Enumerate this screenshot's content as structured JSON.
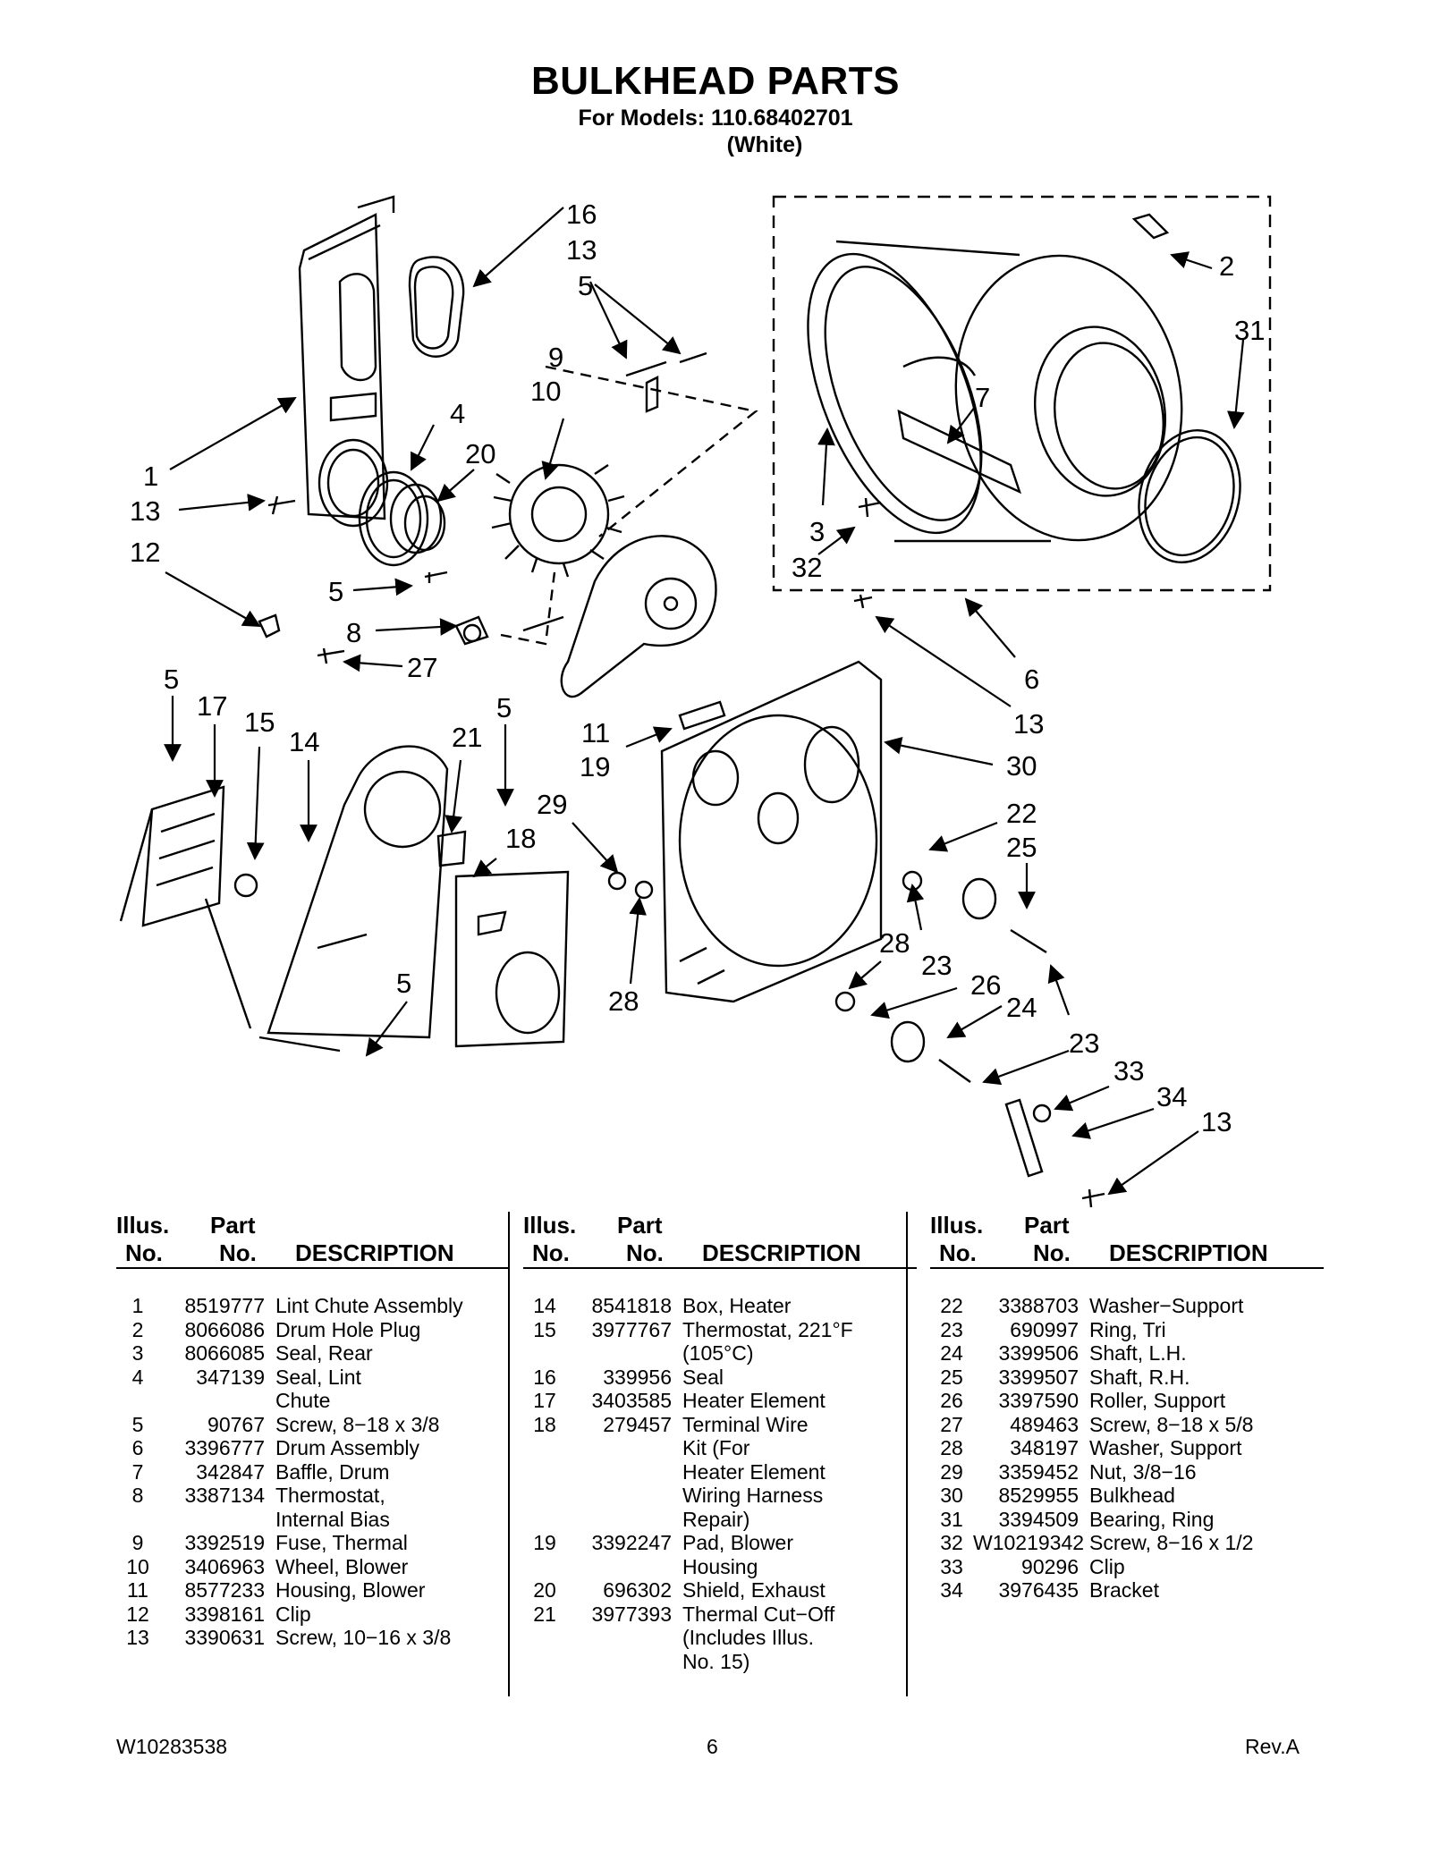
{
  "header": {
    "title": "BULKHEAD PARTS",
    "models_line": "For Models: 110.68402701",
    "color_line": "(White)"
  },
  "callouts": [
    "16",
    "13",
    "5",
    "9",
    "10",
    "4",
    "20",
    "1",
    "13",
    "12",
    "5",
    "8",
    "27",
    "2",
    "31",
    "7",
    "3",
    "32",
    "6",
    "13",
    "30",
    "22",
    "25",
    "5",
    "17",
    "15",
    "14",
    "21",
    "5",
    "11",
    "19",
    "29",
    "18",
    "28",
    "28",
    "23",
    "26",
    "24",
    "23",
    "5",
    "33",
    "34",
    "13"
  ],
  "table_headers": {
    "illus": "Illus.",
    "no": "No.",
    "part": "Part",
    "part_no": "No.",
    "description": "DESCRIPTION"
  },
  "parts_columns": [
    [
      {
        "no": "1",
        "part": "8519777",
        "desc": "Lint Chute Assembly"
      },
      {
        "no": "2",
        "part": "8066086",
        "desc": "Drum Hole Plug"
      },
      {
        "no": "3",
        "part": "8066085",
        "desc": "Seal, Rear"
      },
      {
        "no": "4",
        "part": "347139",
        "desc": "Seal, Lint\nChute"
      },
      {
        "no": "5",
        "part": "90767",
        "desc": "Screw, 8−18 x 3/8"
      },
      {
        "no": "6",
        "part": "3396777",
        "desc": "Drum Assembly"
      },
      {
        "no": "7",
        "part": "342847",
        "desc": "Baffle, Drum"
      },
      {
        "no": "8",
        "part": "3387134",
        "desc": "Thermostat,\nInternal Bias"
      },
      {
        "no": "9",
        "part": "3392519",
        "desc": "Fuse, Thermal"
      },
      {
        "no": "10",
        "part": "3406963",
        "desc": "Wheel, Blower"
      },
      {
        "no": "11",
        "part": "8577233",
        "desc": "Housing, Blower"
      },
      {
        "no": "12",
        "part": "3398161",
        "desc": "Clip"
      },
      {
        "no": "13",
        "part": "3390631",
        "desc": "Screw, 10−16 x 3/8"
      }
    ],
    [
      {
        "no": "14",
        "part": "8541818",
        "desc": "Box, Heater"
      },
      {
        "no": "15",
        "part": "3977767",
        "desc": "Thermostat, 221°F\n(105°C)"
      },
      {
        "no": "16",
        "part": "339956",
        "desc": "Seal"
      },
      {
        "no": "17",
        "part": "3403585",
        "desc": "Heater Element"
      },
      {
        "no": "18",
        "part": "279457",
        "desc": "Terminal Wire\nKit (For\nHeater Element\nWiring Harness\nRepair)"
      },
      {
        "no": "19",
        "part": "3392247",
        "desc": "Pad, Blower\nHousing"
      },
      {
        "no": "20",
        "part": "696302",
        "desc": "Shield, Exhaust"
      },
      {
        "no": "21",
        "part": "3977393",
        "desc": "Thermal Cut−Off\n(Includes Illus.\nNo. 15)"
      }
    ],
    [
      {
        "no": "22",
        "part": "3388703",
        "desc": "Washer−Support"
      },
      {
        "no": "23",
        "part": "690997",
        "desc": "Ring, Tri"
      },
      {
        "no": "24",
        "part": "3399506",
        "desc": "Shaft, L.H."
      },
      {
        "no": "25",
        "part": "3399507",
        "desc": "Shaft, R.H."
      },
      {
        "no": "26",
        "part": "3397590",
        "desc": "Roller, Support"
      },
      {
        "no": "27",
        "part": "489463",
        "desc": "Screw, 8−18 x 5/8"
      },
      {
        "no": "28",
        "part": "348197",
        "desc": "Washer, Support"
      },
      {
        "no": "29",
        "part": "3359452",
        "desc": "Nut, 3/8−16"
      },
      {
        "no": "30",
        "part": "8529955",
        "desc": "Bulkhead"
      },
      {
        "no": "31",
        "part": "3394509",
        "desc": "Bearing, Ring"
      },
      {
        "no": "32",
        "part": "W10219342",
        "desc": "Screw, 8−16 x 1/2"
      },
      {
        "no": "33",
        "part": "90296",
        "desc": "Clip"
      },
      {
        "no": "34",
        "part": "3976435",
        "desc": "Bracket"
      }
    ]
  ],
  "footer": {
    "doc_number": "W10283538",
    "page": "6",
    "revision": "Rev.A"
  }
}
